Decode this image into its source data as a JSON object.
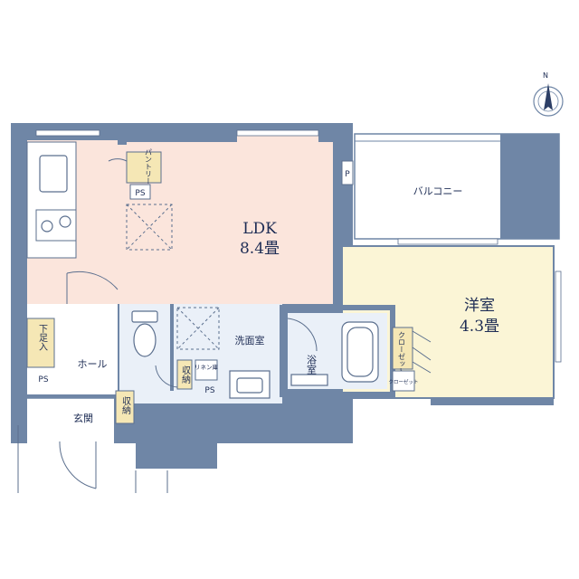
{
  "colors": {
    "wall": "#6f86a6",
    "ldk_floor": "#fbe5dc",
    "western_floor": "#fbf5d6",
    "wet_floor": "#eaf0f8",
    "corridor_floor": "#ffffff",
    "label": "#1e2d55",
    "closet_fill": "#f5e7b5"
  },
  "rooms": {
    "ldk_name": "LDK",
    "ldk_size": "8.4畳",
    "western_name": "洋室",
    "western_size": "4.3畳",
    "balcony": "バルコニー",
    "washroom": "洗面室",
    "bath": "浴室",
    "hall": "ホール",
    "entrance": "玄関"
  },
  "fixtures": {
    "pantry": "パントリー",
    "ps": "PS",
    "p": "P",
    "shoe_box": "下足入",
    "storage": "収納",
    "linen": "リネン庫",
    "closet": "クローゼット"
  },
  "icons": {
    "compass": "north-compass-icon"
  }
}
